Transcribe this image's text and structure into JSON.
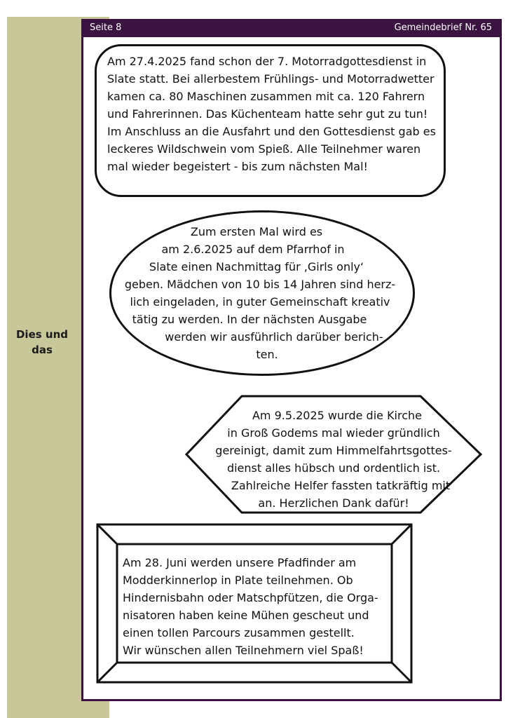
{
  "header": {
    "page_label": "Seite 8",
    "publication": "Gemeindebrief Nr. 65"
  },
  "sidebar": {
    "line1": "Dies und",
    "line2": "das"
  },
  "articles": {
    "motorcycle": {
      "lines": [
        "Am 27.4.2025 fand schon der 7. Motorradgottesdienst in",
        "Slate statt. Bei allerbestem Frühlings- und Motorradwetter",
        "kamen ca. 80 Maschinen zusammen mit ca. 120 Fahrern",
        "und Fahrerinnen. Das Küchenteam hatte sehr gut zu tun!",
        "Im Anschluss an die Ausfahrt und den Gottesdienst gab es",
        "leckeres Wildschwein vom Spieß. Alle Teilnehmer waren",
        "mal wieder begeistert - bis zum nächsten Mal!"
      ]
    },
    "girls_only": {
      "lines": [
        "Zum ersten Mal wird es",
        "am 2.6.2025 auf dem Pfarrhof in",
        "Slate einen Nachmittag für ‚Girls only‘",
        "geben. Mädchen von 10 bis 14 Jahren sind herz-",
        "lich eingeladen, in guter Gemeinschaft kreativ",
        "tätig zu werden. In der nächsten Ausgabe",
        "werden wir ausführlich darüber berich-",
        "ten."
      ]
    },
    "church_cleaning": {
      "lines": [
        "Am 9.5.2025 wurde die Kirche",
        "in Groß Godems mal wieder gründlich",
        "gereinigt, damit zum Himmelfahrtsgottes-",
        "dienst alles hübsch und ordentlich ist.",
        "Zahlreiche Helfer fassten tatkräftig mit",
        "an. Herzlichen Dank dafür!"
      ]
    },
    "scouts": {
      "lines": [
        "Am 28. Juni werden unsere Pfadfinder am",
        "Modderkinnerlop in Plate teilnehmen. Ob",
        "Hindernisbahn oder Matschpfützen, die Orga-",
        "nisatoren haben keine Mühen gescheut und",
        "einen tollen Parcours zusammen gestellt.",
        "Wir wünschen allen Teilnehmern viel Spaß!"
      ]
    }
  }
}
